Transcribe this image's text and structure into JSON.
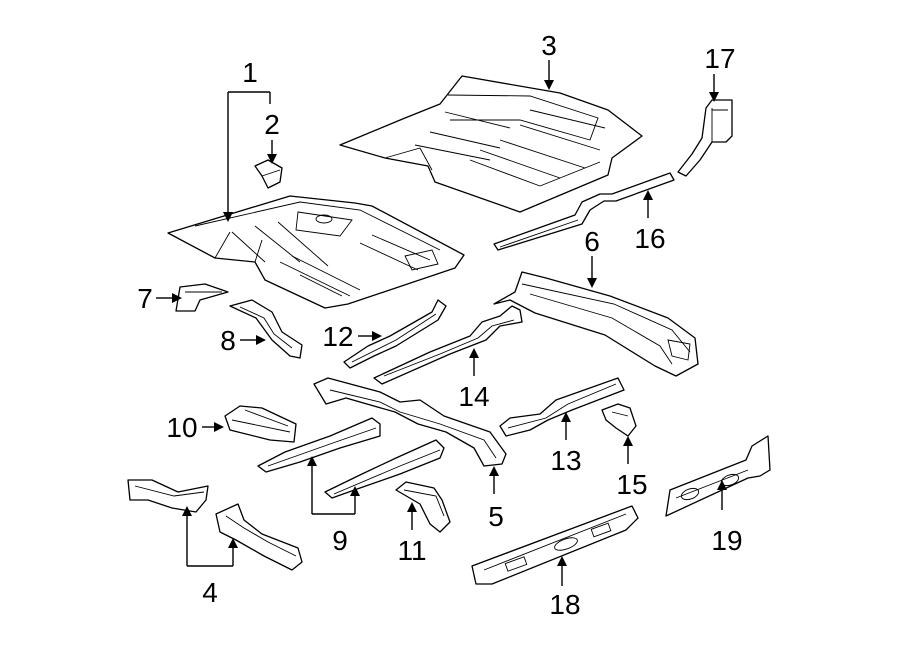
{
  "diagram": {
    "colors": {
      "background": "#ffffff",
      "line": "#000000"
    },
    "callouts": [
      "1",
      "2",
      "3",
      "4",
      "5",
      "6",
      "7",
      "8",
      "9",
      "10",
      "11",
      "12",
      "13",
      "14",
      "15",
      "16",
      "17",
      "18",
      "19"
    ]
  }
}
